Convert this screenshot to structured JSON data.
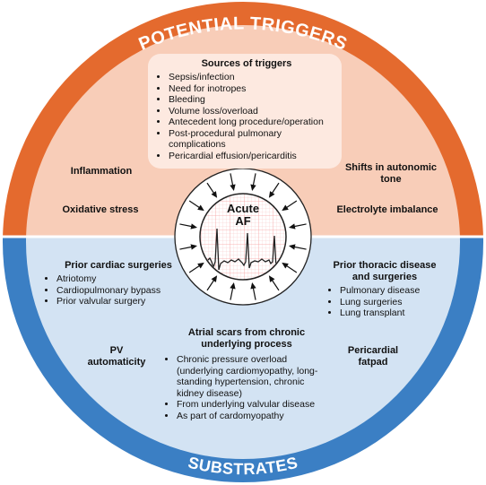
{
  "header": "POTENTIAL TRIGGERS",
  "footer": "SUBSTRATES",
  "center": {
    "line1": "Acute",
    "line2": "AF"
  },
  "triggers": {
    "sources": {
      "title": "Sources of triggers",
      "items": [
        "Sepsis/infection",
        "Need for inotropes",
        "Bleeding",
        "Volume loss/overload",
        "Antecedent long procedure/operation",
        "Post-procedural pulmonary complications",
        "Pericardial effusion/pericarditis"
      ]
    },
    "inflammation": "Inflammation",
    "oxidative_stress": "Oxidative stress",
    "shifts_tone": "Shifts in autonomic tone",
    "electrolyte": "Electrolyte imbalance"
  },
  "substrates": {
    "prior_cardiac": {
      "title": "Prior cardiac surgeries",
      "items": [
        "Atriotomy",
        "Cardiopulmonary bypass",
        "Prior valvular surgery"
      ]
    },
    "prior_thoracic": {
      "title": "Prior thoracic disease and surgeries",
      "items": [
        "Pulmonary disease",
        "Lung surgeries",
        "Lung transplant"
      ]
    },
    "atrial_scars": {
      "title": "Atrial scars from chronic underlying process",
      "items": [
        "Chronic pressure overload (underlying cardiomyopathy, long-standing hypertension, chronic kidney disease)",
        "From underlying valvular disease",
        "As part of cardomyopathy"
      ]
    },
    "pv_automaticity": "PV automaticity",
    "pericardial_fatpad": "Pericardial fatpad"
  },
  "colors": {
    "trigger_ring": "#e46a2e",
    "trigger_fill": "#f8cdb8",
    "sources_box": "#fde9e0",
    "substrate_ring": "#3b7fc4",
    "substrate_fill": "#d3e3f3",
    "ecg_grid": "#f6a5a5",
    "ecg_trace": "#222222"
  }
}
